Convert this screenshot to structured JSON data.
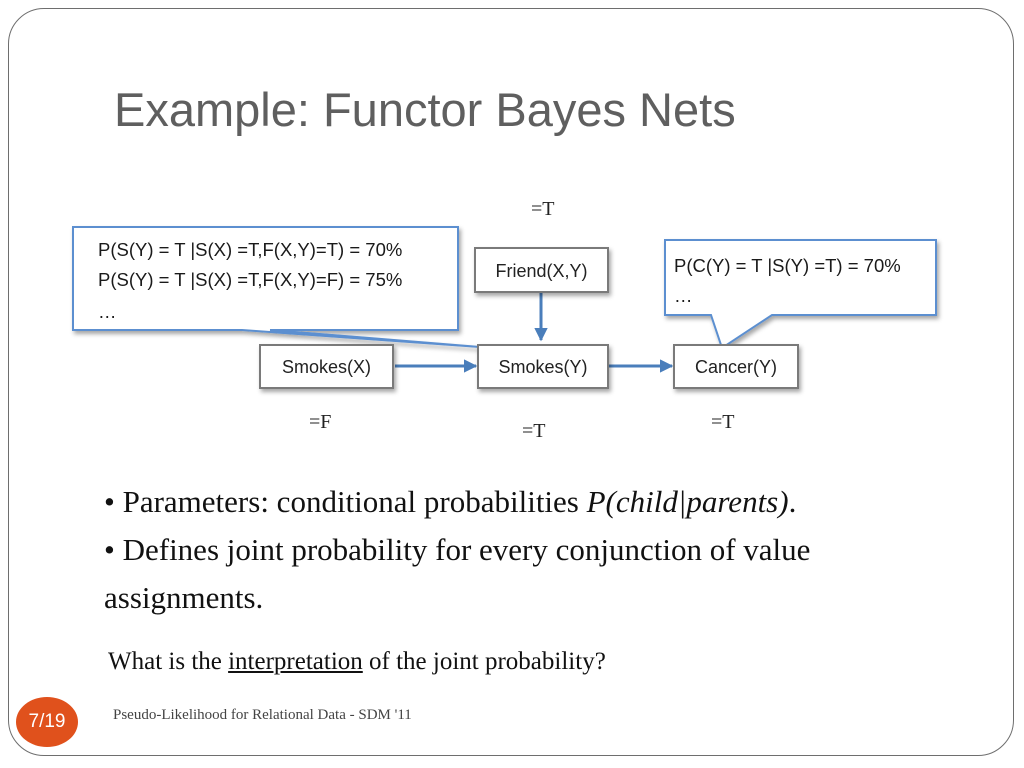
{
  "slide": {
    "title": "Example: Functor Bayes Nets",
    "page_number": "7/19",
    "footer": "Pseudo-Likelihood for Relational Data - SDM '11"
  },
  "diagram": {
    "nodes": {
      "friend": "Friend(X,Y)",
      "smokes_x": "Smokes(X)",
      "smokes_y": "Smokes(Y)",
      "cancer": "Cancer(Y)"
    },
    "values": {
      "friend": "=T",
      "smokes_x": "=F",
      "smokes_y": "=T",
      "cancer": "=T"
    },
    "callout_left": [
      "P(S(Y) = T |S(X) =T,F(X,Y)=T) = 70%",
      "P(S(Y) = T |S(X) =T,F(X,Y)=F) = 75%",
      "…"
    ],
    "callout_right": [
      "P(C(Y) = T |S(Y) =T) = 70%",
      "…"
    ],
    "colors": {
      "arrow": "#4a7ebb",
      "callout_border": "#5b8fd0"
    }
  },
  "bullets": {
    "b1_prefix": "• Parameters: conditional probabilities ",
    "b1_em": "P(child|parents)",
    "b1_suffix": ".",
    "b2": "• Defines joint probability for every conjunction of value assignments."
  },
  "question": {
    "before": "What is the ",
    "underlined": "interpretation",
    "after": " of the joint probability?"
  }
}
